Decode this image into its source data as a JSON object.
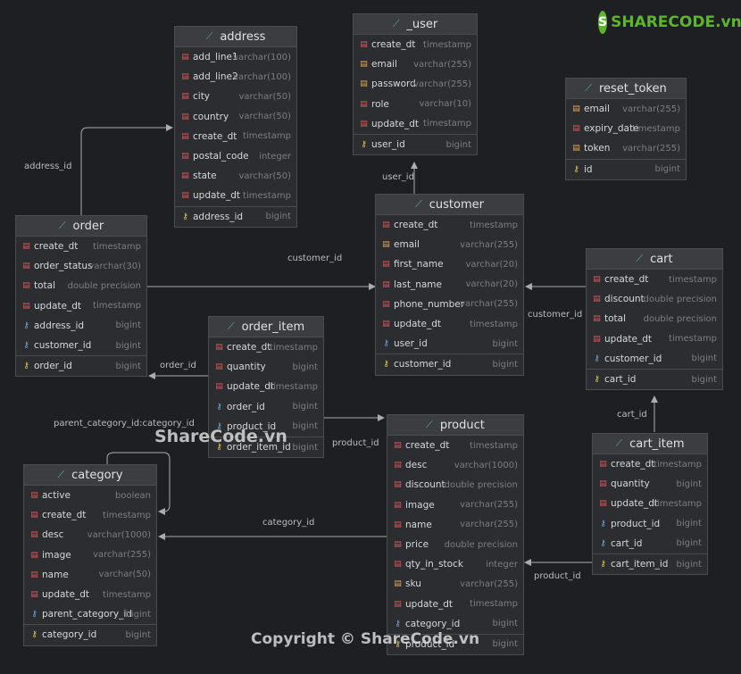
{
  "logo": {
    "text": "SHARECODE.vn"
  },
  "watermark": {
    "center": "ShareCode.vn",
    "bottom": "Copyright © ShareCode.vn"
  },
  "tables": {
    "address": {
      "title": "address",
      "columns": [
        {
          "name": "add_line1",
          "type": "varchar(100)"
        },
        {
          "name": "add_line2",
          "type": "varchar(100)"
        },
        {
          "name": "city",
          "type": "varchar(50)"
        },
        {
          "name": "country",
          "type": "varchar(50)"
        },
        {
          "name": "create_dt",
          "type": "timestamp"
        },
        {
          "name": "postal_code",
          "type": "integer"
        },
        {
          "name": "state",
          "type": "varchar(50)"
        },
        {
          "name": "update_dt",
          "type": "timestamp"
        }
      ],
      "keys": [
        {
          "name": "address_id",
          "type": "bigint"
        }
      ]
    },
    "user": {
      "title": "_user",
      "columns": [
        {
          "name": "create_dt",
          "type": "timestamp"
        },
        {
          "name": "email",
          "type": "varchar(255)"
        },
        {
          "name": "password",
          "type": "varchar(255)"
        },
        {
          "name": "role",
          "type": "varchar(10)"
        },
        {
          "name": "update_dt",
          "type": "timestamp"
        }
      ],
      "keys": [
        {
          "name": "user_id",
          "type": "bigint"
        }
      ]
    },
    "reset_token": {
      "title": "reset_token",
      "columns": [
        {
          "name": "email",
          "type": "varchar(255)"
        },
        {
          "name": "expiry_date",
          "type": "timestamp"
        },
        {
          "name": "token",
          "type": "varchar(255)"
        }
      ],
      "keys": [
        {
          "name": "id",
          "type": "bigint"
        }
      ]
    },
    "order": {
      "title": "order",
      "columns": [
        {
          "name": "create_dt",
          "type": "timestamp"
        },
        {
          "name": "order_status",
          "type": "varchar(30)"
        },
        {
          "name": "total",
          "type": "double precision"
        },
        {
          "name": "update_dt",
          "type": "timestamp"
        },
        {
          "name": "address_id",
          "type": "bigint"
        },
        {
          "name": "customer_id",
          "type": "bigint"
        }
      ],
      "keys": [
        {
          "name": "order_id",
          "type": "bigint"
        }
      ]
    },
    "customer": {
      "title": "customer",
      "columns": [
        {
          "name": "create_dt",
          "type": "timestamp"
        },
        {
          "name": "email",
          "type": "varchar(255)"
        },
        {
          "name": "first_name",
          "type": "varchar(20)"
        },
        {
          "name": "last_name",
          "type": "varchar(20)"
        },
        {
          "name": "phone_number",
          "type": "varchar(255)"
        },
        {
          "name": "update_dt",
          "type": "timestamp"
        },
        {
          "name": "user_id",
          "type": "bigint"
        }
      ],
      "keys": [
        {
          "name": "customer_id",
          "type": "bigint"
        }
      ]
    },
    "cart": {
      "title": "cart",
      "columns": [
        {
          "name": "create_dt",
          "type": "timestamp"
        },
        {
          "name": "discount",
          "type": "double precision"
        },
        {
          "name": "total",
          "type": "double precision"
        },
        {
          "name": "update_dt",
          "type": "timestamp"
        },
        {
          "name": "customer_id",
          "type": "bigint"
        }
      ],
      "keys": [
        {
          "name": "cart_id",
          "type": "bigint"
        }
      ]
    },
    "order_item": {
      "title": "order_item",
      "columns": [
        {
          "name": "create_dt",
          "type": "timestamp"
        },
        {
          "name": "quantity",
          "type": "bigint"
        },
        {
          "name": "update_dt",
          "type": "timestamp"
        },
        {
          "name": "order_id",
          "type": "bigint"
        },
        {
          "name": "product_id",
          "type": "bigint"
        }
      ],
      "keys": [
        {
          "name": "order_item_id",
          "type": "bigint"
        }
      ]
    },
    "product": {
      "title": "product",
      "columns": [
        {
          "name": "create_dt",
          "type": "timestamp"
        },
        {
          "name": "desc",
          "type": "varchar(1000)"
        },
        {
          "name": "discount",
          "type": "double precision"
        },
        {
          "name": "image",
          "type": "varchar(255)"
        },
        {
          "name": "name",
          "type": "varchar(255)"
        },
        {
          "name": "price",
          "type": "double precision"
        },
        {
          "name": "qty_in_stock",
          "type": "integer"
        },
        {
          "name": "sku",
          "type": "varchar(255)"
        },
        {
          "name": "update_dt",
          "type": "timestamp"
        },
        {
          "name": "category_id",
          "type": "bigint"
        }
      ],
      "keys": [
        {
          "name": "product_id",
          "type": "bigint"
        }
      ]
    },
    "category": {
      "title": "category",
      "columns": [
        {
          "name": "active",
          "type": "boolean"
        },
        {
          "name": "create_dt",
          "type": "timestamp"
        },
        {
          "name": "desc",
          "type": "varchar(1000)"
        },
        {
          "name": "image",
          "type": "varchar(255)"
        },
        {
          "name": "name",
          "type": "varchar(50)"
        },
        {
          "name": "update_dt",
          "type": "timestamp"
        },
        {
          "name": "parent_category_id",
          "type": "bigint"
        }
      ],
      "keys": [
        {
          "name": "category_id",
          "type": "bigint"
        }
      ]
    },
    "cart_item": {
      "title": "cart_item",
      "columns": [
        {
          "name": "create_dt",
          "type": "timestamp"
        },
        {
          "name": "quantity",
          "type": "bigint"
        },
        {
          "name": "update_dt",
          "type": "timestamp"
        },
        {
          "name": "product_id",
          "type": "bigint"
        },
        {
          "name": "cart_id",
          "type": "bigint"
        }
      ],
      "keys": [
        {
          "name": "cart_item_id",
          "type": "bigint"
        }
      ]
    }
  },
  "relations": [
    {
      "label": "address_id"
    },
    {
      "label": "user_id"
    },
    {
      "label": "customer_id"
    },
    {
      "label": "customer_id"
    },
    {
      "label": "order_id"
    },
    {
      "label": "product_id"
    },
    {
      "label": "parent_category_id:category_id"
    },
    {
      "label": "category_id"
    },
    {
      "label": "product_id"
    },
    {
      "label": "cart_id"
    }
  ]
}
